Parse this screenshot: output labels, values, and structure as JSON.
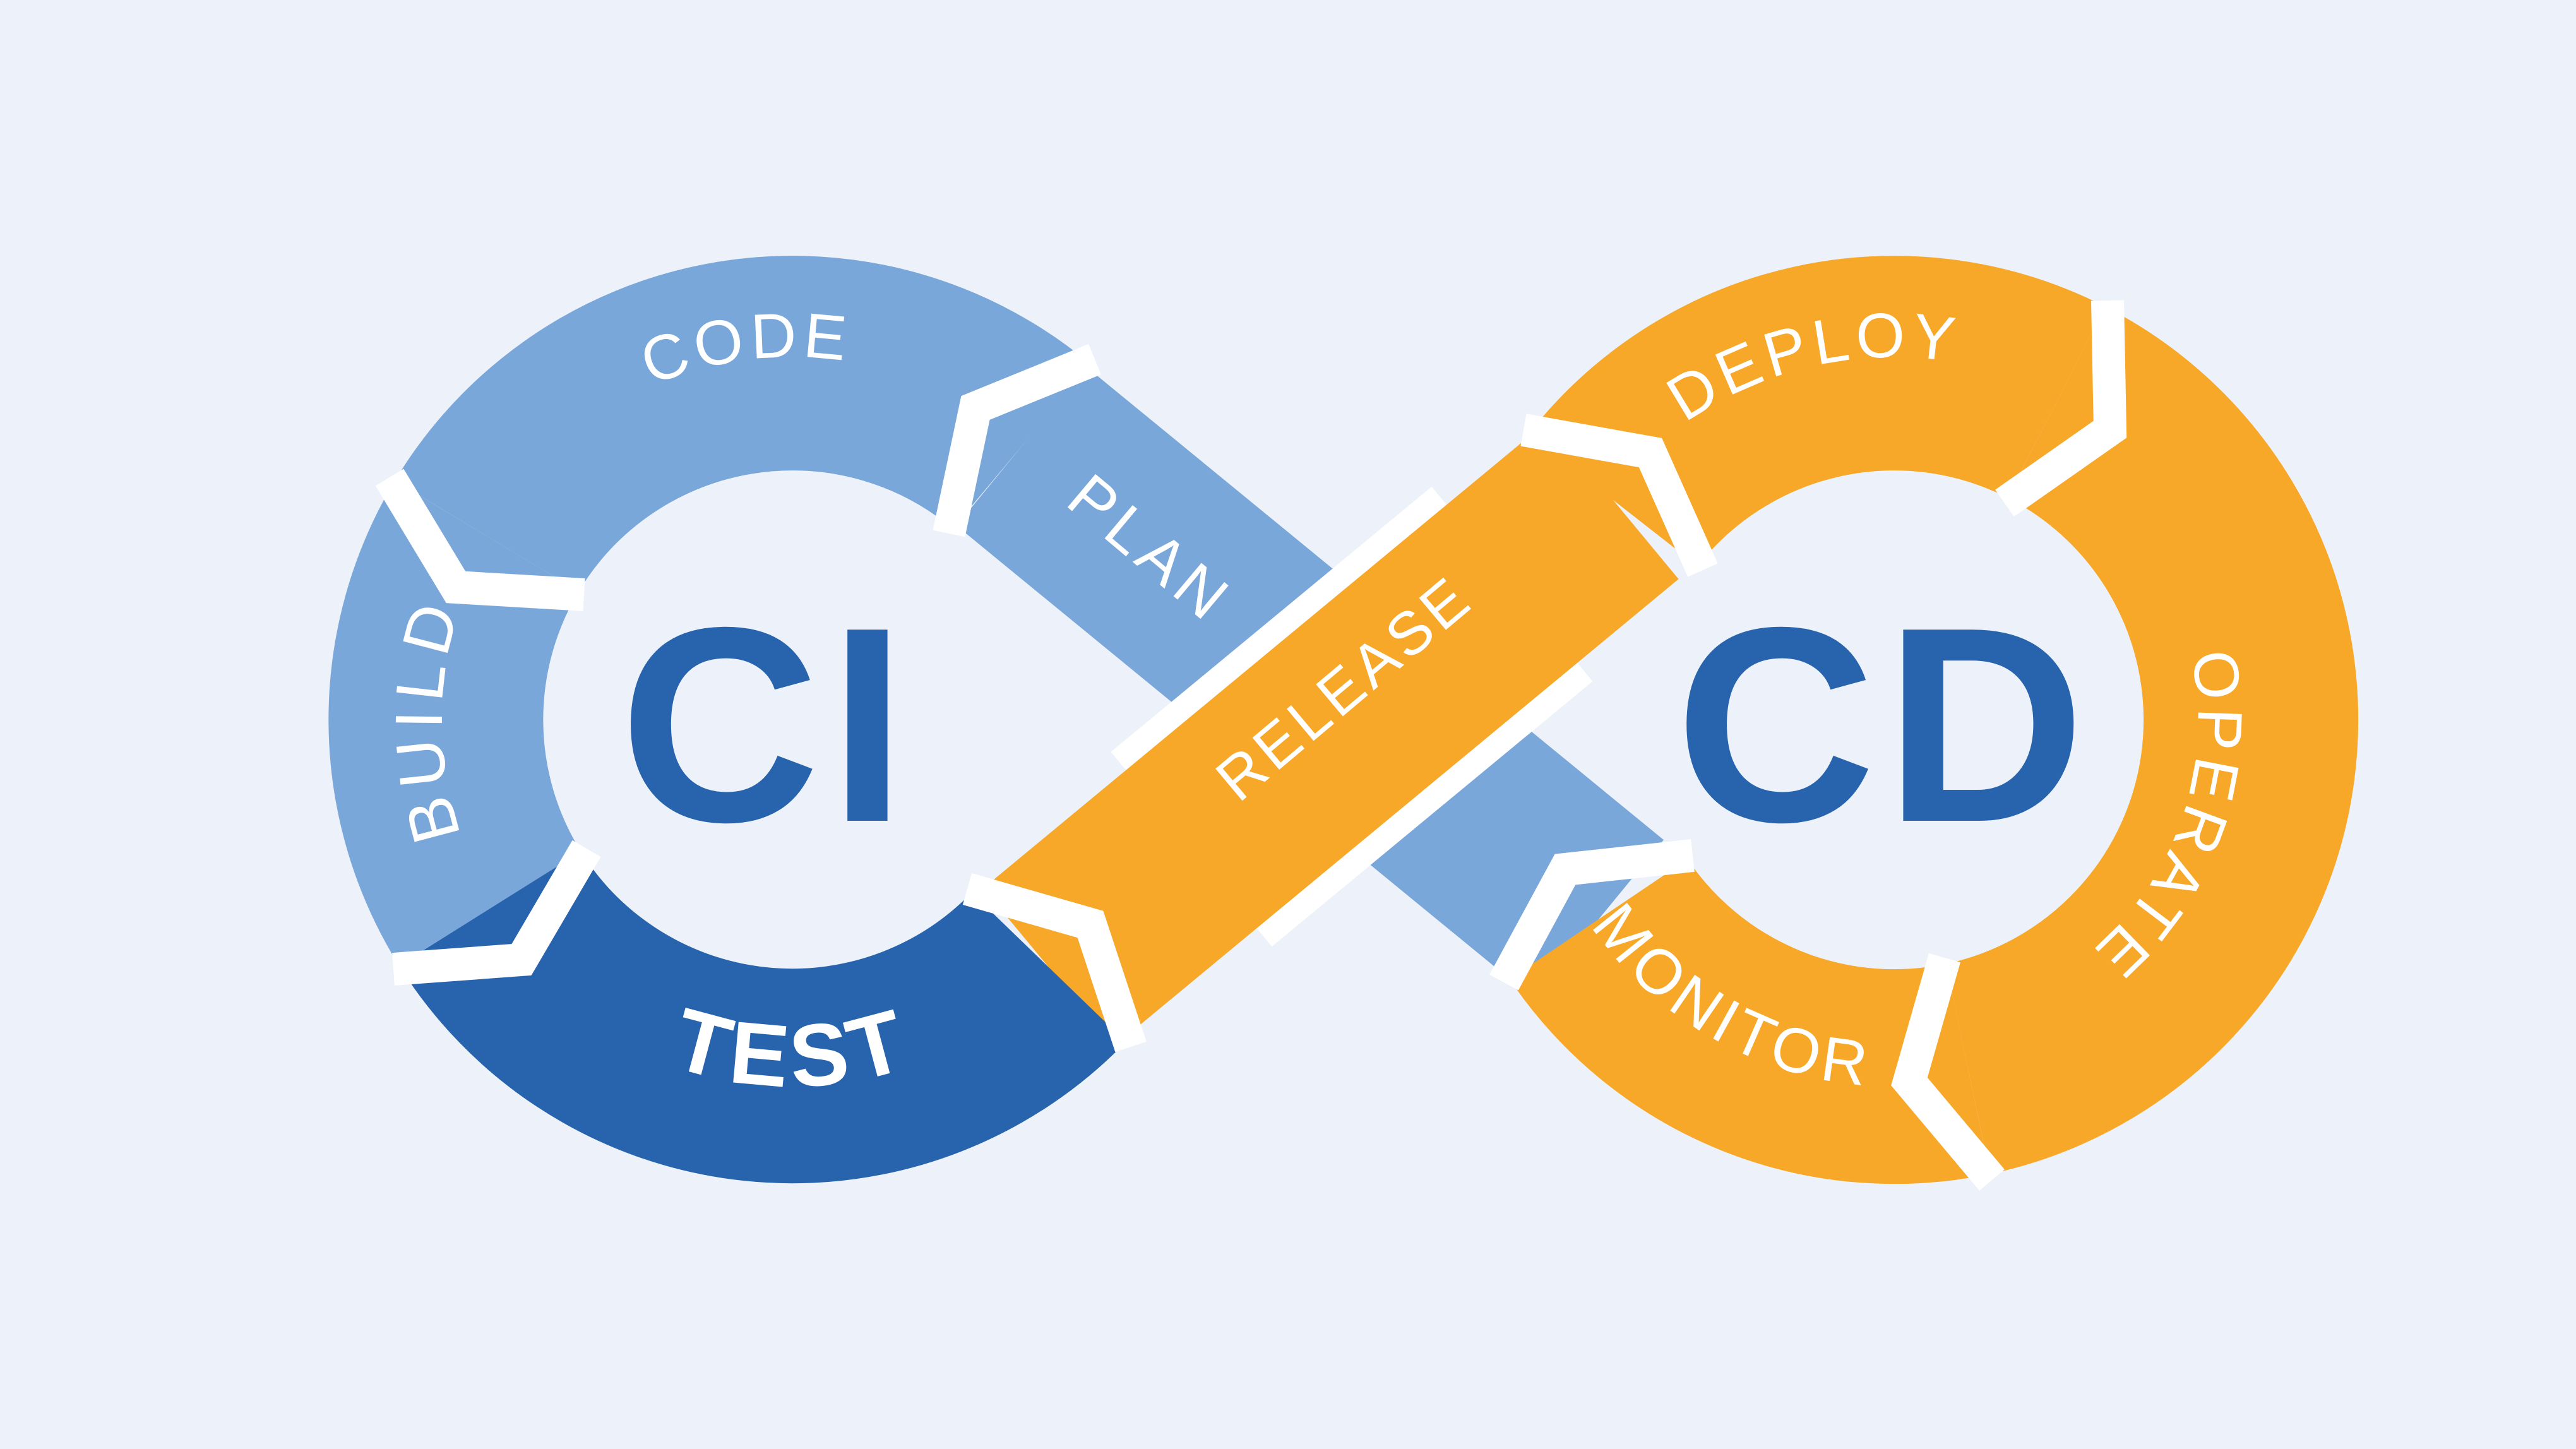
{
  "diagram": {
    "type": "ci-cd-infinity-loop",
    "colors": {
      "background": "#EDF2FA",
      "light_blue": "#7AA7D9",
      "dark_blue": "#2864AD",
      "orange": "#F7A828",
      "gap_white": "#FFFFFF",
      "label_white": "#FFFFFF"
    },
    "left_loop": {
      "center_label": "CI",
      "segments": {
        "code": "CODE",
        "build": "BUILD",
        "test": "TEST"
      },
      "band_label": "PLAN"
    },
    "right_loop": {
      "center_label": "CD",
      "segments": {
        "deploy": "DEPLOY",
        "operate": "OPERATE",
        "monitor": "MONITOR"
      },
      "band_label": "RELEASE"
    }
  }
}
